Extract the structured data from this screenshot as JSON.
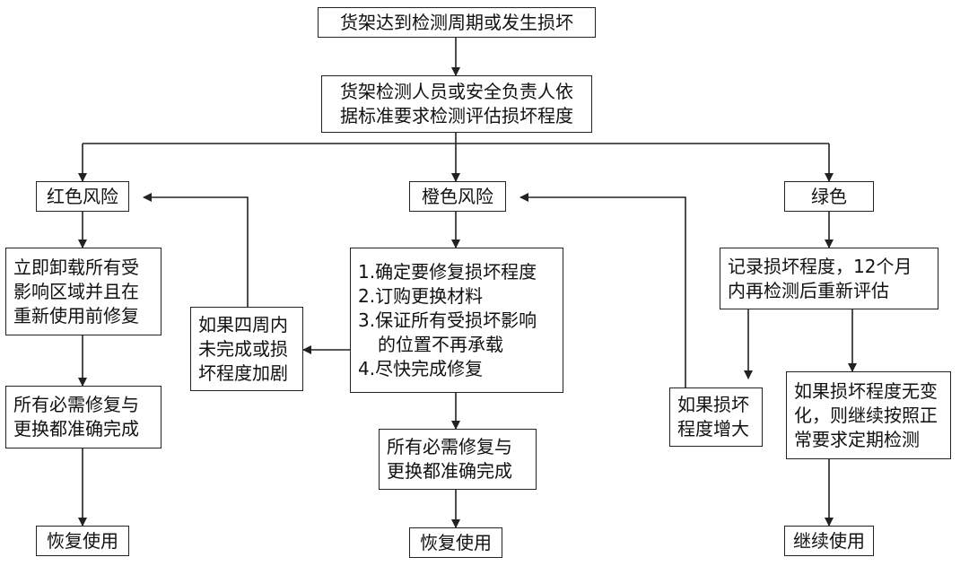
{
  "nodes": {
    "start": [
      "货架达到检测周期或发生损坏"
    ],
    "assess": [
      "货架检测人员或安全负责人依",
      "据标准要求检测评估损坏程度"
    ],
    "red": [
      "红色风险"
    ],
    "orange": [
      "橙色风险"
    ],
    "green": [
      "绿色"
    ],
    "red_action": [
      "立即卸载所有受",
      "影响区域并且在",
      "重新使用前修复"
    ],
    "red_done": [
      "所有必需修复与",
      "更换都准确完成"
    ],
    "red_resume": [
      "恢复使用"
    ],
    "red_feedback": [
      "如果四周内",
      "未完成或损",
      "坏程度加剧"
    ],
    "orange_action": [
      "1.确定要修复损坏程度",
      "2.订购更换材料",
      "3.保证所有受损坏影响",
      "的位置不再承载",
      "4.尽快完成修复"
    ],
    "orange_done": [
      "所有必需修复与",
      "更换都准确完成"
    ],
    "orange_resume": [
      "恢复使用"
    ],
    "green_record": [
      "记录损坏程度，12个月",
      "内再检测后重新评估"
    ],
    "green_increase": [
      "如果损坏",
      "程度增大"
    ],
    "green_nochange": [
      "如果损坏程度无变",
      "化，则继续按照正",
      "常要求定期检测"
    ],
    "green_continue": [
      "继续使用"
    ]
  }
}
